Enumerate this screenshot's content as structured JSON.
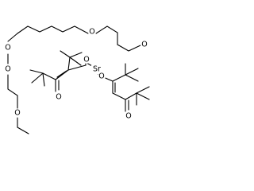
{
  "molecule": {
    "atoms": {
      "o1": "O",
      "o2": "O",
      "o3": "O",
      "o4": "O",
      "o5": "O",
      "o_enol_a": "O",
      "sr": "Sr",
      "o_keto_a": "O",
      "o_enol_b": "O",
      "o_keto_b": "O"
    }
  },
  "colors": {
    "ink": "#000000",
    "background": "#ffffff"
  }
}
